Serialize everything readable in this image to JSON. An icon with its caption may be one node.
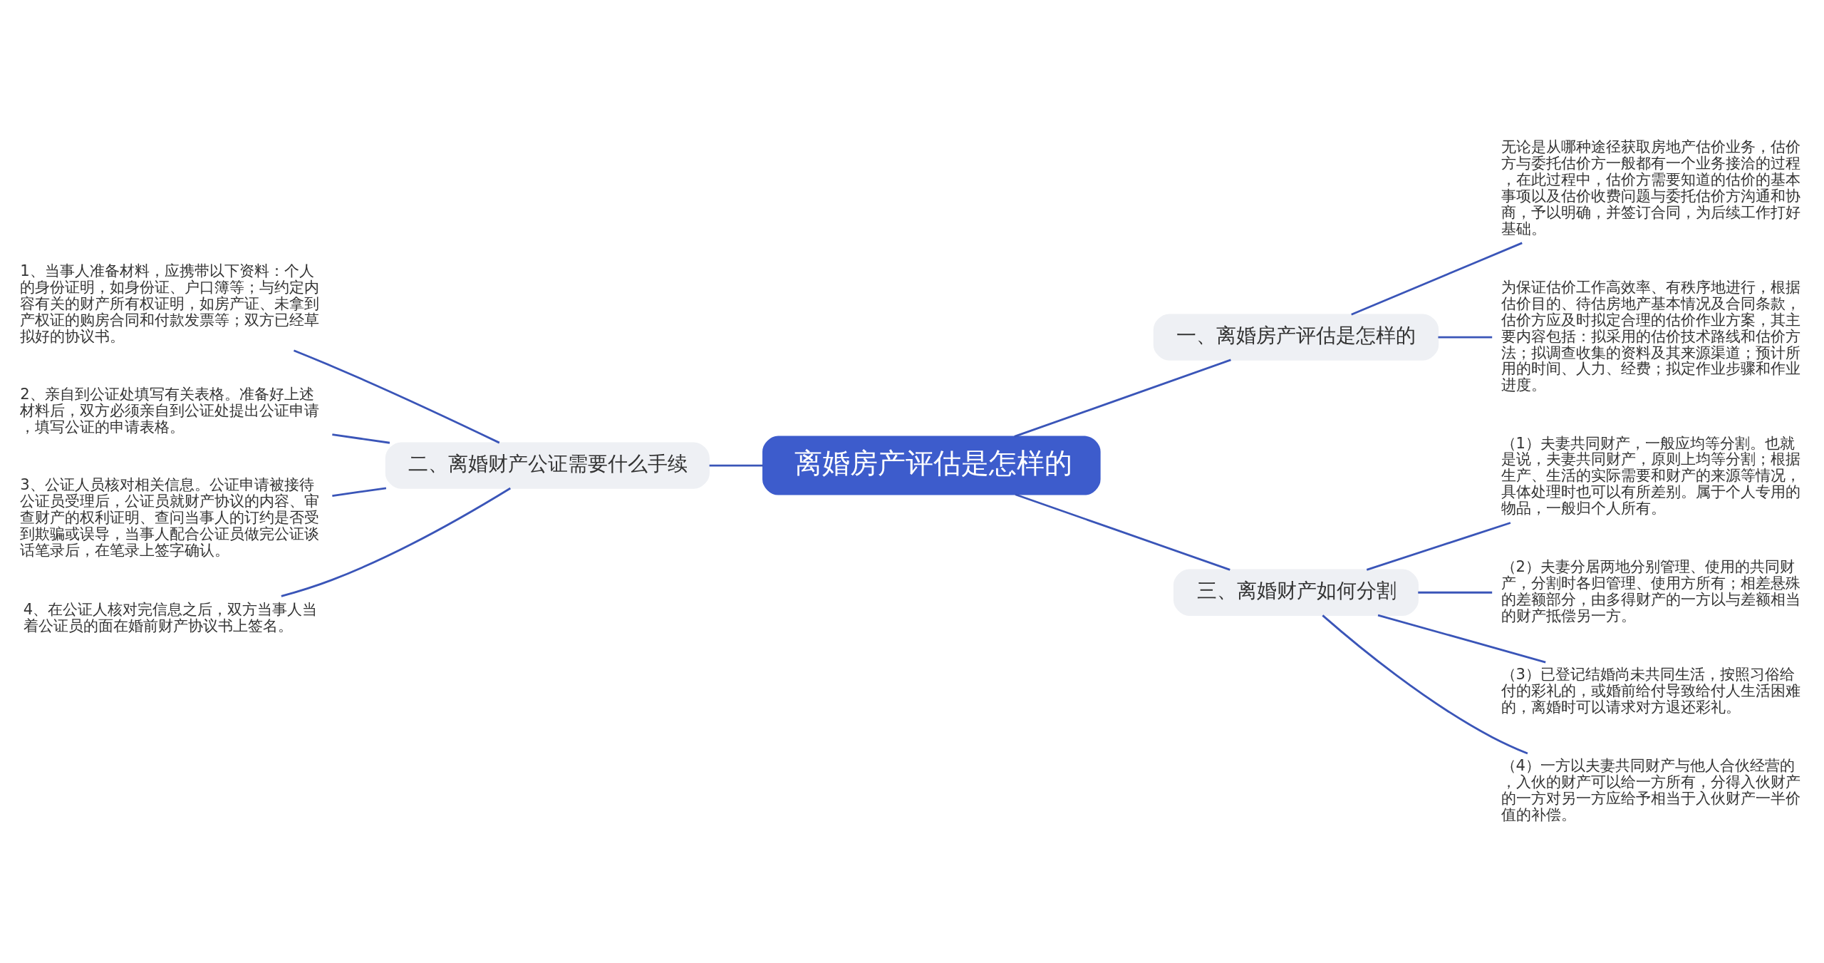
{
  "diagram": {
    "nodes": [
      {
        "text": [
          "离婚房产评估是怎样的"
        ]
      },
      {
        "text": [
          "一、离婚房产评估是怎样的"
        ]
      },
      {
        "text": [
          "无论是从哪种途径获取房地产估价业务，估价方与委托估价方一般都有一个业务接洽的过程，在此过程中，估价方需要知道的估价的基本事项以及估价收费问题与委托估价方沟通和协商，予以明确，并签订合同，为后续工作打好基础。"
        ]
      },
      {
        "text": [
          "为保证估价工作高效率、有秩序地进行，根据估价目的、待估房地产基本情况及合同条款，估价方应及时拟定合理的估价作业方案，其主要内容包括：拟采用的估价技术路线和估价方法；拟调查收集的资料及其来源渠道；预计所用的时间、人力、经费；拟定作业步骤和作业进度。"
        ]
      },
      {
        "text": [
          "二、离婚财产公证需要什么手续"
        ]
      },
      {
        "text": [
          "1、当事人准备材料，应携带以下资料：个人的身份证明，如身份证、户口簿等；与约定内容有关的财产所有权证明，如房产证、未拿到产权证的购房合同和付款发票等；双方已经草拟好的协议书。"
        ]
      },
      {
        "text": [
          "2、亲自到公证处填写有关表格。准备好上述材料后，双方必须亲自到公证处提出公证申请，填写公证的申请表格。"
        ]
      },
      {
        "text": [
          "3、公证人员核对相关信息。公证申请被接待公证员受理后，公证员就财产协议的内容、审查财产的权利证明、查问当事人的订约是否受到欺骗或误导，当事人配合公证员做完公证谈话笔录后，在笔录上签字确认。"
        ]
      },
      {
        "text": [
          "4、在公证人核对完信息之后，双方当事人当着公证员的面在婚前财产协议书上签名。"
        ]
      },
      {
        "text": [
          "三、离婚财产如何分割"
        ]
      },
      {
        "text": [
          "（1）夫妻共同财产，一般应均等分割。也就是说，夫妻共同财产，原则上均等分割；根据生产、生活的实际需要和财产的来源等情况，具体处理时也可以有所差别。属于个人专用的物品，一般归个人所有。"
        ]
      },
      {
        "text": [
          "（2）夫妻分居两地分别管理、使用的共同财产，分割时各归管理、使用方所有；相差悬殊的差额部分，由多得财产的一方以与差额相当的财产抵偿另一方。"
        ]
      },
      {
        "text": [
          "（3）已登记结婚尚未共同生活，按照习俗给付的彩礼的，或婚前给付导致给付人生活困难的，离婚时可以请求对方退还彩礼。"
        ]
      },
      {
        "text": [
          "（4）一方以夫妻共同财产与他人合伙经营的，入伙的财产可以给一方所有，分得入伙财产的一方对另一方应给予相当于入伙财产一半价值的补偿。"
        ]
      }
    ],
    "edges": [
      {
        "from": 0,
        "to": 1,
        "arrow": "none"
      },
      {
        "from": 1,
        "to": 2,
        "arrow": "none"
      },
      {
        "from": 1,
        "to": 3,
        "arrow": "none"
      },
      {
        "from": 0,
        "to": 4,
        "arrow": "none"
      },
      {
        "from": 4,
        "to": 5,
        "arrow": "none"
      },
      {
        "from": 4,
        "to": 6,
        "arrow": "none"
      },
      {
        "from": 4,
        "to": 7,
        "arrow": "none"
      },
      {
        "from": 4,
        "to": 8,
        "arrow": "none"
      },
      {
        "from": 0,
        "to": 9,
        "arrow": "none"
      },
      {
        "from": 9,
        "to": 10,
        "arrow": "none"
      },
      {
        "from": 9,
        "to": 11,
        "arrow": "none"
      },
      {
        "from": 9,
        "to": 12,
        "arrow": "none"
      },
      {
        "from": 9,
        "to": 13,
        "arrow": "none"
      }
    ]
  }
}
